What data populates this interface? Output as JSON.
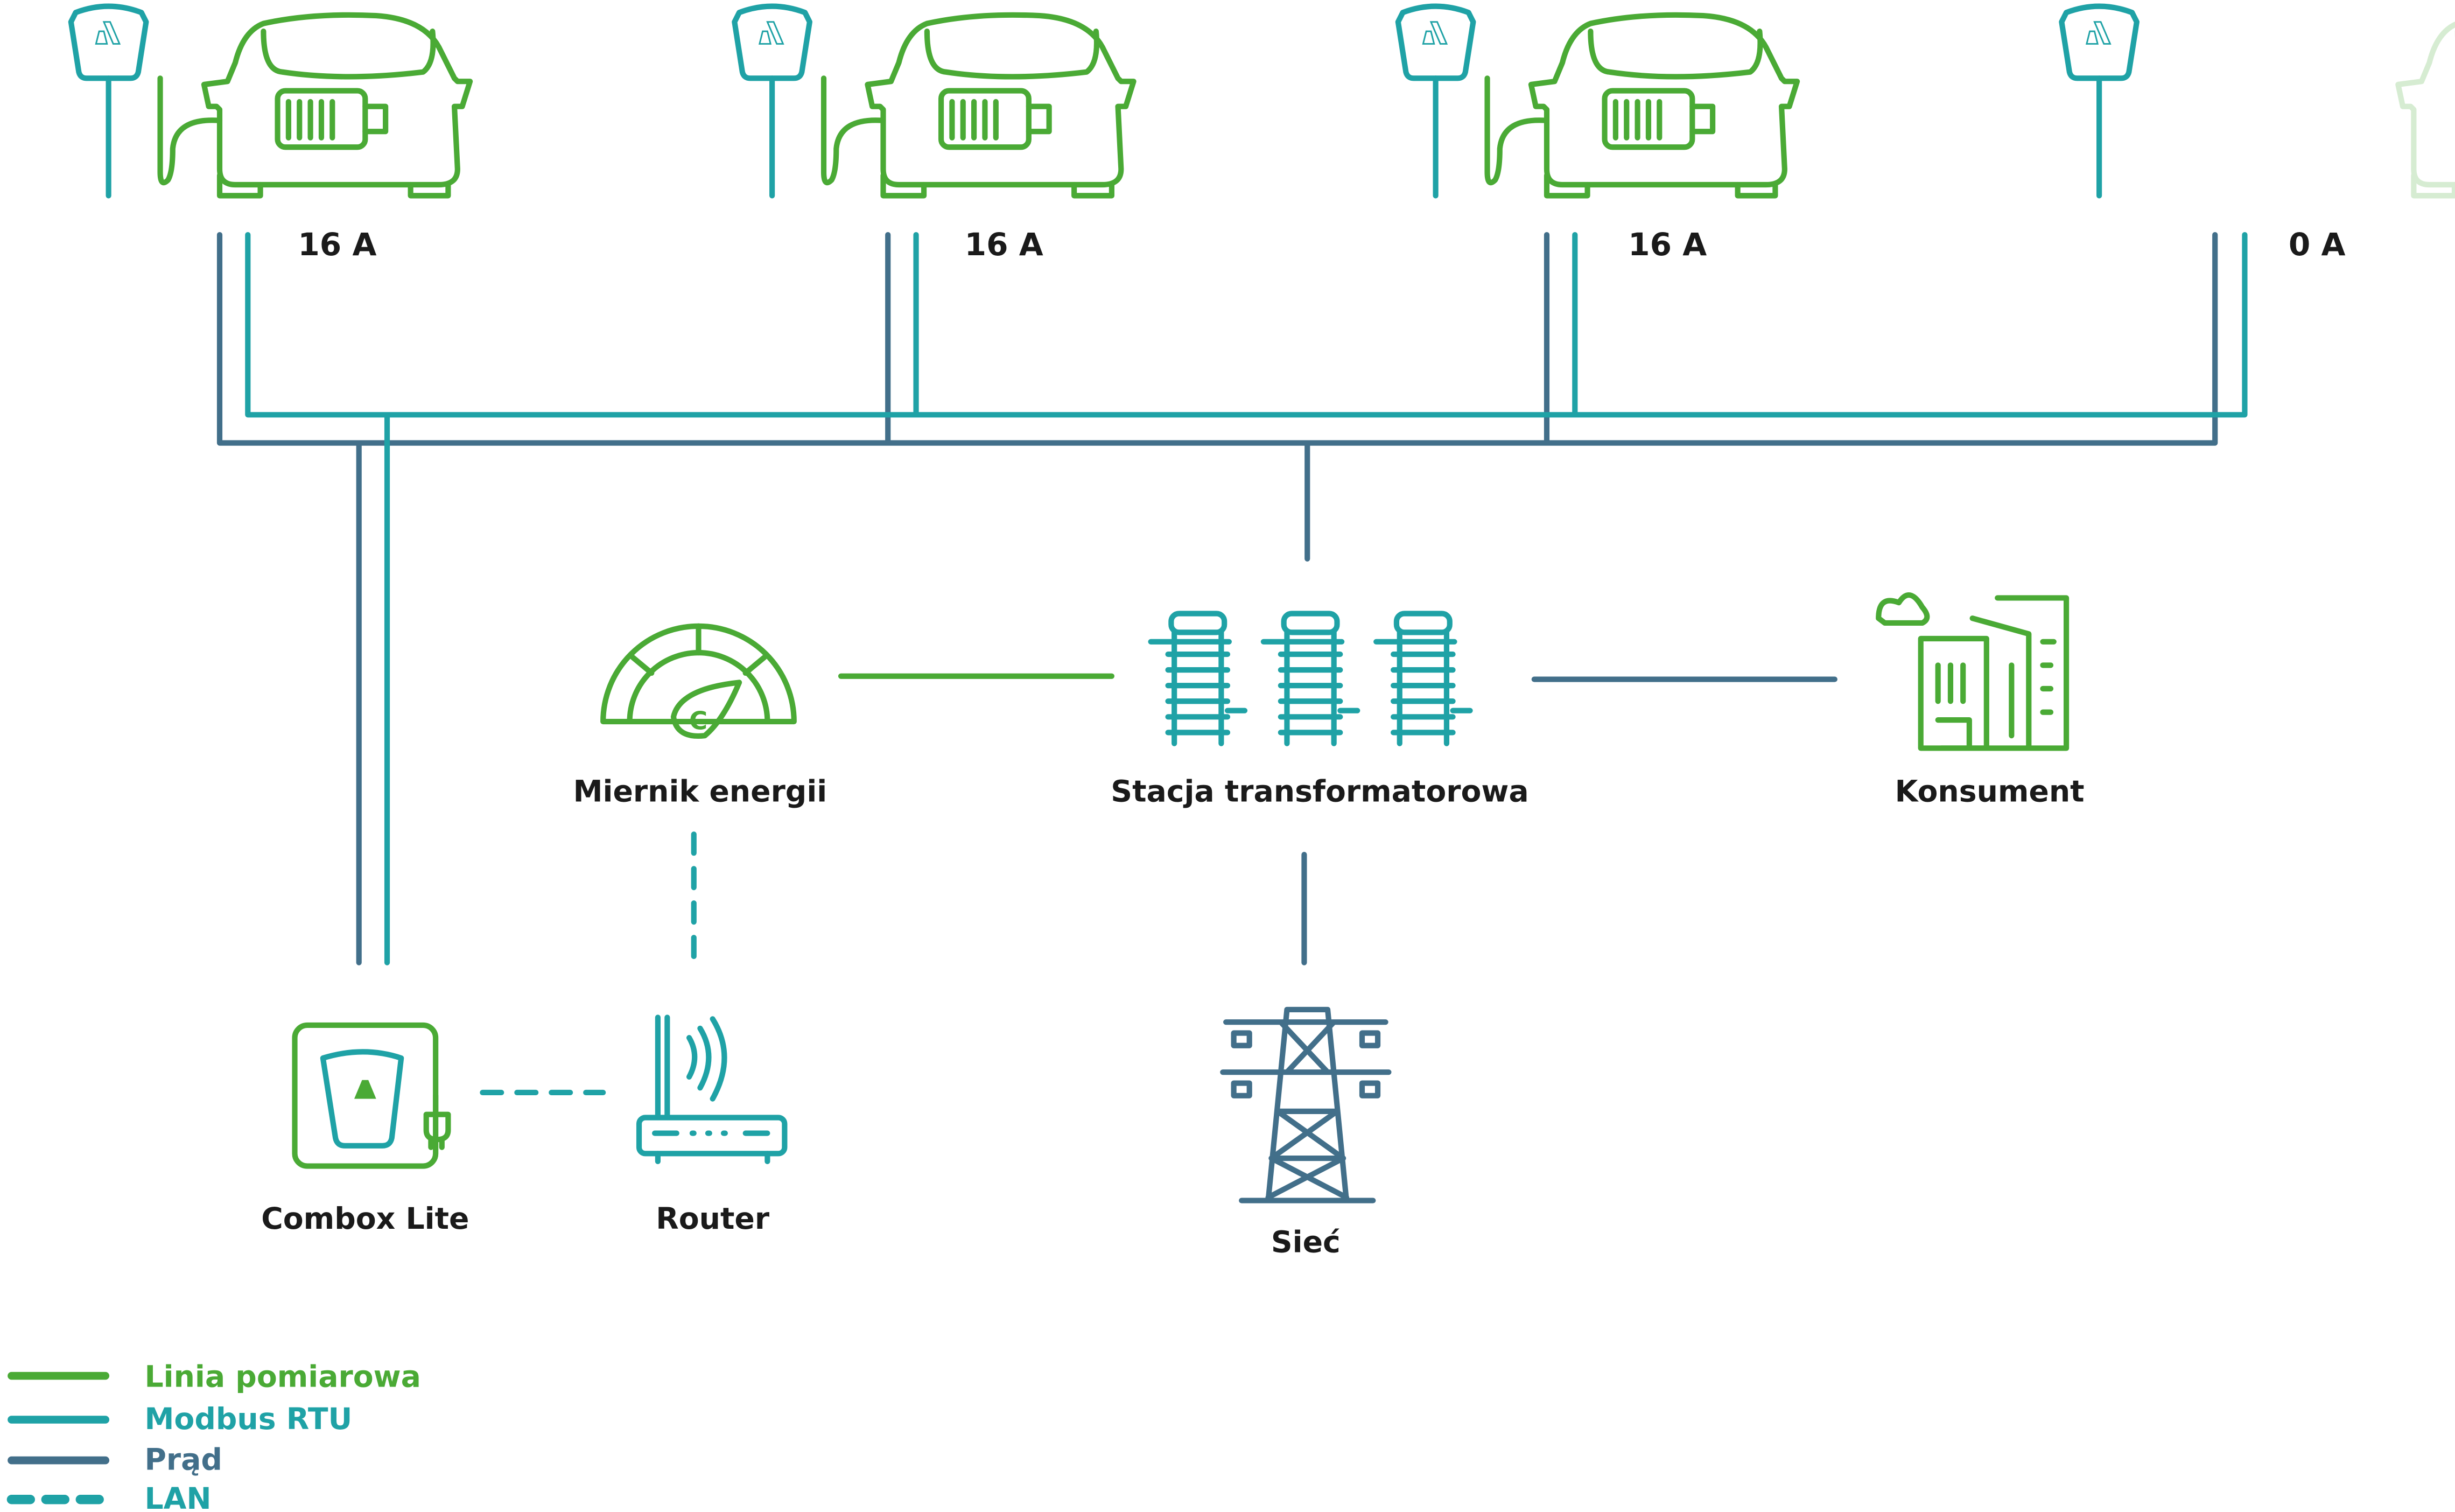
{
  "colors": {
    "measurement": "#4aaa35",
    "modbus": "#1fa2a6",
    "power": "#426f8a"
  },
  "chargers": [
    {
      "current": "16 A",
      "state": "charging"
    },
    {
      "current": "16 A",
      "state": "charging"
    },
    {
      "current": "16 A",
      "state": "charging"
    },
    {
      "current": "0 A",
      "state": "idle"
    }
  ],
  "nodes": {
    "meter": "Miernik energii",
    "transformer": "Stacja transformatorowa",
    "consumer": "Konsument",
    "grid": "Sieć",
    "combox": "Combox Lite",
    "router": "Router"
  },
  "legend": [
    {
      "label": "Linia pomiarowa",
      "color": "#4aaa35",
      "style": "solid"
    },
    {
      "label": "Modbus RTU",
      "color": "#1fa2a6",
      "style": "solid"
    },
    {
      "label": "Prąd",
      "color": "#426f8a",
      "style": "solid"
    },
    {
      "label": "LAN",
      "color": "#1fa2a6",
      "style": "dashed"
    }
  ]
}
